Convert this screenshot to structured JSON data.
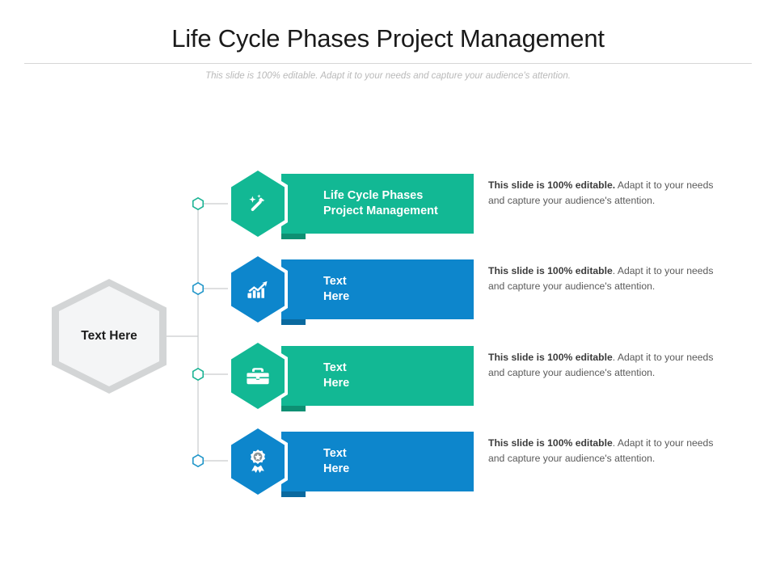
{
  "slide": {
    "title": "Life Cycle Phases Project Management",
    "subtitle": "This slide is 100% editable. Adapt it to your needs and capture your audience's attention."
  },
  "main_node": {
    "label": "Text Here",
    "fill": "#f4f5f6",
    "border": "#d3d5d6"
  },
  "colors": {
    "teal": "#12b894",
    "blue": "#0d86cc",
    "marker_teal": "#1bb394",
    "marker_blue": "#2196c9",
    "connector_line": "#c9cccd"
  },
  "rows": [
    {
      "icon": "magic-wand-icon",
      "bar_label": "Life Cycle Phases\nProject Management",
      "color": "#12b894",
      "marker_color": "#1bb394",
      "desc_bold": "This slide is 100% editable.",
      "desc_rest": " Adapt it to your needs and capture your audience's attention."
    },
    {
      "icon": "growth-chart-icon",
      "bar_label": "Text\nHere",
      "color": "#0d86cc",
      "marker_color": "#2196c9",
      "desc_bold": "This slide is 100% editable",
      "desc_rest": ". Adapt it to your needs and capture your audience's attention."
    },
    {
      "icon": "briefcase-icon",
      "bar_label": "Text\nHere",
      "color": "#12b894",
      "marker_color": "#1bb394",
      "desc_bold": "This slide is 100% editable",
      "desc_rest": ". Adapt it to your needs and capture your audience's attention."
    },
    {
      "icon": "award-ribbon-icon",
      "bar_label": "Text\nHere",
      "color": "#0d86cc",
      "marker_color": "#2196c9",
      "desc_bold": "This slide is 100% editable",
      "desc_rest": ". Adapt it to your needs and capture your audience's attention."
    }
  ]
}
